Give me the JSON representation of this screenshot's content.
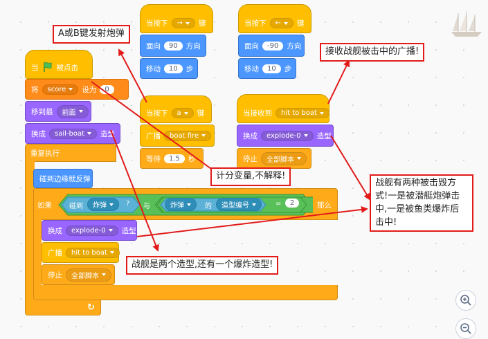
{
  "scripts": {
    "main": {
      "hat_label": "当",
      "hat_suffix": "被点击",
      "set_label": "将",
      "set_var": "score",
      "set_to": "设为",
      "set_value": "0",
      "layer_label": "移到最",
      "layer_value": "前面",
      "costume_label": "换成",
      "costume_value": "sail-boat",
      "costume_suffix": "造型",
      "forever_label": "重复执行",
      "bounce_label": "碰到边缘就反弹",
      "if_label": "如果",
      "touching_label": "碰到",
      "touching_value": "炸弹",
      "touching_q": "?",
      "and_label": "与",
      "of_sprite": "炸弹",
      "of_label": "的",
      "of_prop": "造型编号",
      "eq_sign": "=",
      "eq_value": "2",
      "then_label": "那么",
      "inner_costume_label": "换成",
      "inner_costume_value": "explode-0",
      "inner_costume_suffix": "造型",
      "broadcast_label": "广播",
      "broadcast_value": "hit to boat",
      "stop_label": "停止",
      "stop_value": "全部脚本",
      "loop_arrow": "↻"
    },
    "right_key": {
      "hat_label": "当按下",
      "key_value": "→",
      "key_suffix": "键",
      "dir_label": "面向",
      "dir_value": "90",
      "dir_suffix": "方向",
      "move_label": "移动",
      "move_value": "10",
      "move_suffix": "步"
    },
    "left_key": {
      "hat_label": "当按下",
      "key_value": "←",
      "key_suffix": "键",
      "dir_label": "面向",
      "dir_value": "-90",
      "dir_suffix": "方向",
      "move_label": "移动",
      "move_value": "10",
      "move_suffix": "步"
    },
    "a_key": {
      "hat_label": "当按下",
      "key_value": "a",
      "key_suffix": "键",
      "broadcast_label": "广播",
      "broadcast_value": "boat fire",
      "wait_label": "等待",
      "wait_value": "1.5",
      "wait_suffix": "秒"
    },
    "receive": {
      "hat_label": "当接收到",
      "msg_value": "hit to boat",
      "costume_label": "换成",
      "costume_value": "explode-0",
      "costume_suffix": "造型",
      "stop_label": "停止",
      "stop_value": "全部脚本"
    }
  },
  "annotations": {
    "fire": "A或B键发射炮弹",
    "receive": "接收战舰被击中的广播!",
    "score": "计分变量,不解释!",
    "hit_ways": "战舰有两种被击毁方式!一是被潜艇炮弹击中,一是被鱼类爆炸后击中!",
    "costumes": "战舰是两个造型,还有一个爆炸造型!"
  },
  "colors": {
    "events": "#ffbf00",
    "motion": "#4c97ff",
    "looks": "#9966ff",
    "control": "#ffab19",
    "variables": "#ff8c1a",
    "sensing": "#5cb1d6",
    "operators": "#59c059",
    "annotation_border": "#e21a1a"
  },
  "icons": [
    "green-flag-icon",
    "zoom-in-icon",
    "zoom-out-icon",
    "sailing-ship-icon",
    "loop-arrow-icon"
  ]
}
